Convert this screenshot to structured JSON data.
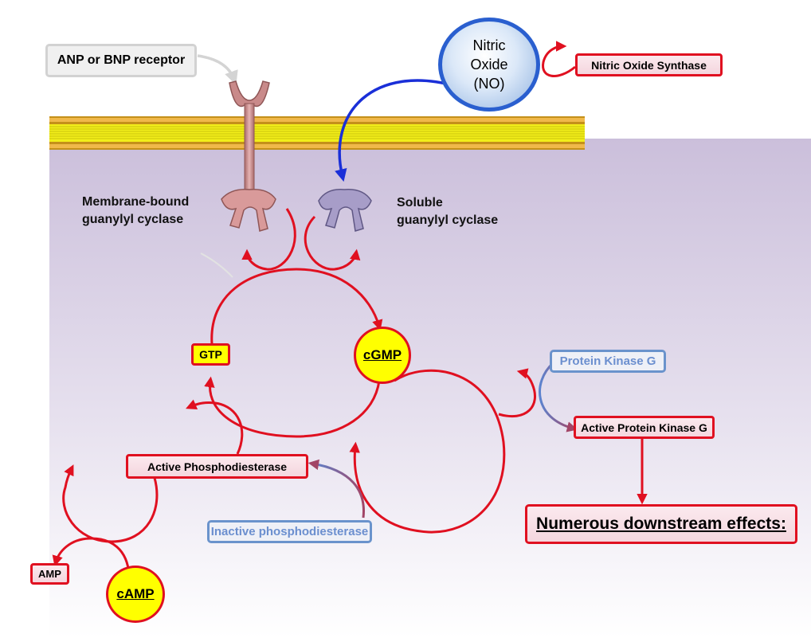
{
  "receptor_label": "ANP or BNP receptor",
  "nitric_oxide": "Nitric\nOxide\n(NO)",
  "nos": "Nitric Oxide Synthase",
  "membrane_gc": "Membrane-bound\nguanylyl cyclase",
  "soluble_gc": "Soluble\nguanylyl cyclase",
  "gtp": "GTP",
  "cgmp": "cGMP",
  "pkg": "Protein Kinase G",
  "active_pkg": "Active Protein Kinase G",
  "effects": "Numerous downstream effects:",
  "active_pde": "Active Phosphodiesterase",
  "inactive_pde": "Inactive phosphodiesterase",
  "amp": "AMP",
  "camp": "cAMP",
  "colors": {
    "pathway_red": "#e01020",
    "no_blue": "#1a2fd8",
    "membrane_yellow": "#f2ee1a",
    "enzyme_pink": "#c98a8a",
    "soluble_lilac": "#9a90bd"
  }
}
